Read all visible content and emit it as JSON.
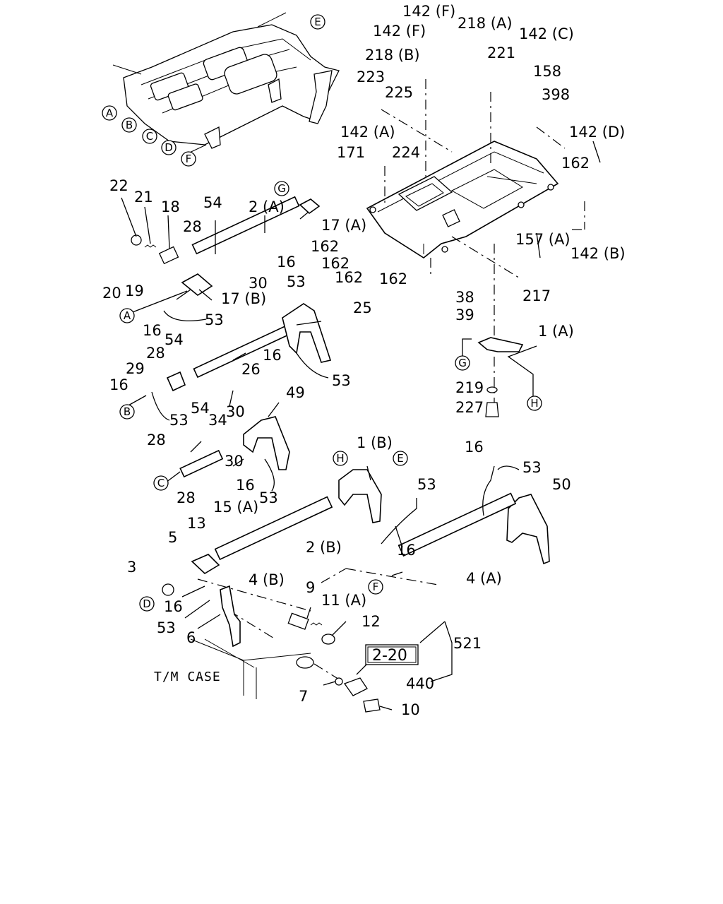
{
  "diagram": {
    "labels": {
      "p142F_a": "142 (F)",
      "p142F_b": "142 (F)",
      "p218A": "218 (A)",
      "p142C": "142 (C)",
      "p218B": "218 (B)",
      "p221": "221",
      "p158": "158",
      "p223": "223",
      "p225": "225",
      "p398": "398",
      "p142A": "142 (A)",
      "p224": "224",
      "p142D": "142 (D)",
      "p171": "171",
      "p162_top": "162",
      "p22": "22",
      "p21": "21",
      "p18": "18",
      "p54_a": "54",
      "p2A": "2 (A)",
      "p17A": "17 (A)",
      "p28_a": "28",
      "p162_a": "162",
      "p162_b": "162",
      "p157A": "157 (A)",
      "p142B": "142 (B)",
      "p16_a": "16",
      "p30_a": "30",
      "p19": "19",
      "p53_a": "53",
      "p162_c": "162",
      "p162_d": "162",
      "p20": "20",
      "p17B": "17 (B)",
      "p217": "217",
      "p38": "38",
      "p39": "39",
      "p16_b": "16",
      "p53_b": "53",
      "p25": "25",
      "p1A": "1 (A)",
      "p54_b": "54",
      "p28_b": "28",
      "p16_c": "16",
      "p26": "26",
      "p53_c": "53",
      "p29": "29",
      "p16_d": "16",
      "p30_b": "30",
      "p49": "49",
      "p219": "219",
      "p53_d": "53",
      "p227": "227",
      "p54_c": "54",
      "p34": "34",
      "p28_c": "28",
      "p30_c": "30",
      "p16_e": "16",
      "p53_e": "53",
      "p28_d": "28",
      "p1B": "1 (B)",
      "p16_f": "16",
      "p53_f": "53",
      "p50": "50",
      "p53_g": "53",
      "p15A": "15 (A)",
      "p13": "13",
      "p5": "5",
      "p2B": "2 (B)",
      "p16_g": "16",
      "p3": "3",
      "p4B": "4 (B)",
      "p4A": "4 (A)",
      "p16_h": "16",
      "p9": "9",
      "p11A": "11 (A)",
      "p53_h": "53",
      "p12": "12",
      "p6": "6",
      "p521": "521",
      "ref220": "2-20",
      "tmCase": "T/M CASE",
      "p440": "440",
      "p7": "7",
      "p10": "10"
    },
    "callouts": {
      "A1": "A",
      "B1": "B",
      "C1": "C",
      "D1": "D",
      "E1": "E",
      "F1": "F",
      "G1": "G",
      "A2": "A",
      "G2": "G",
      "B2": "B",
      "H1": "H",
      "C2": "C",
      "H2": "H",
      "E2": "E",
      "F2": "F",
      "D2": "D"
    }
  }
}
